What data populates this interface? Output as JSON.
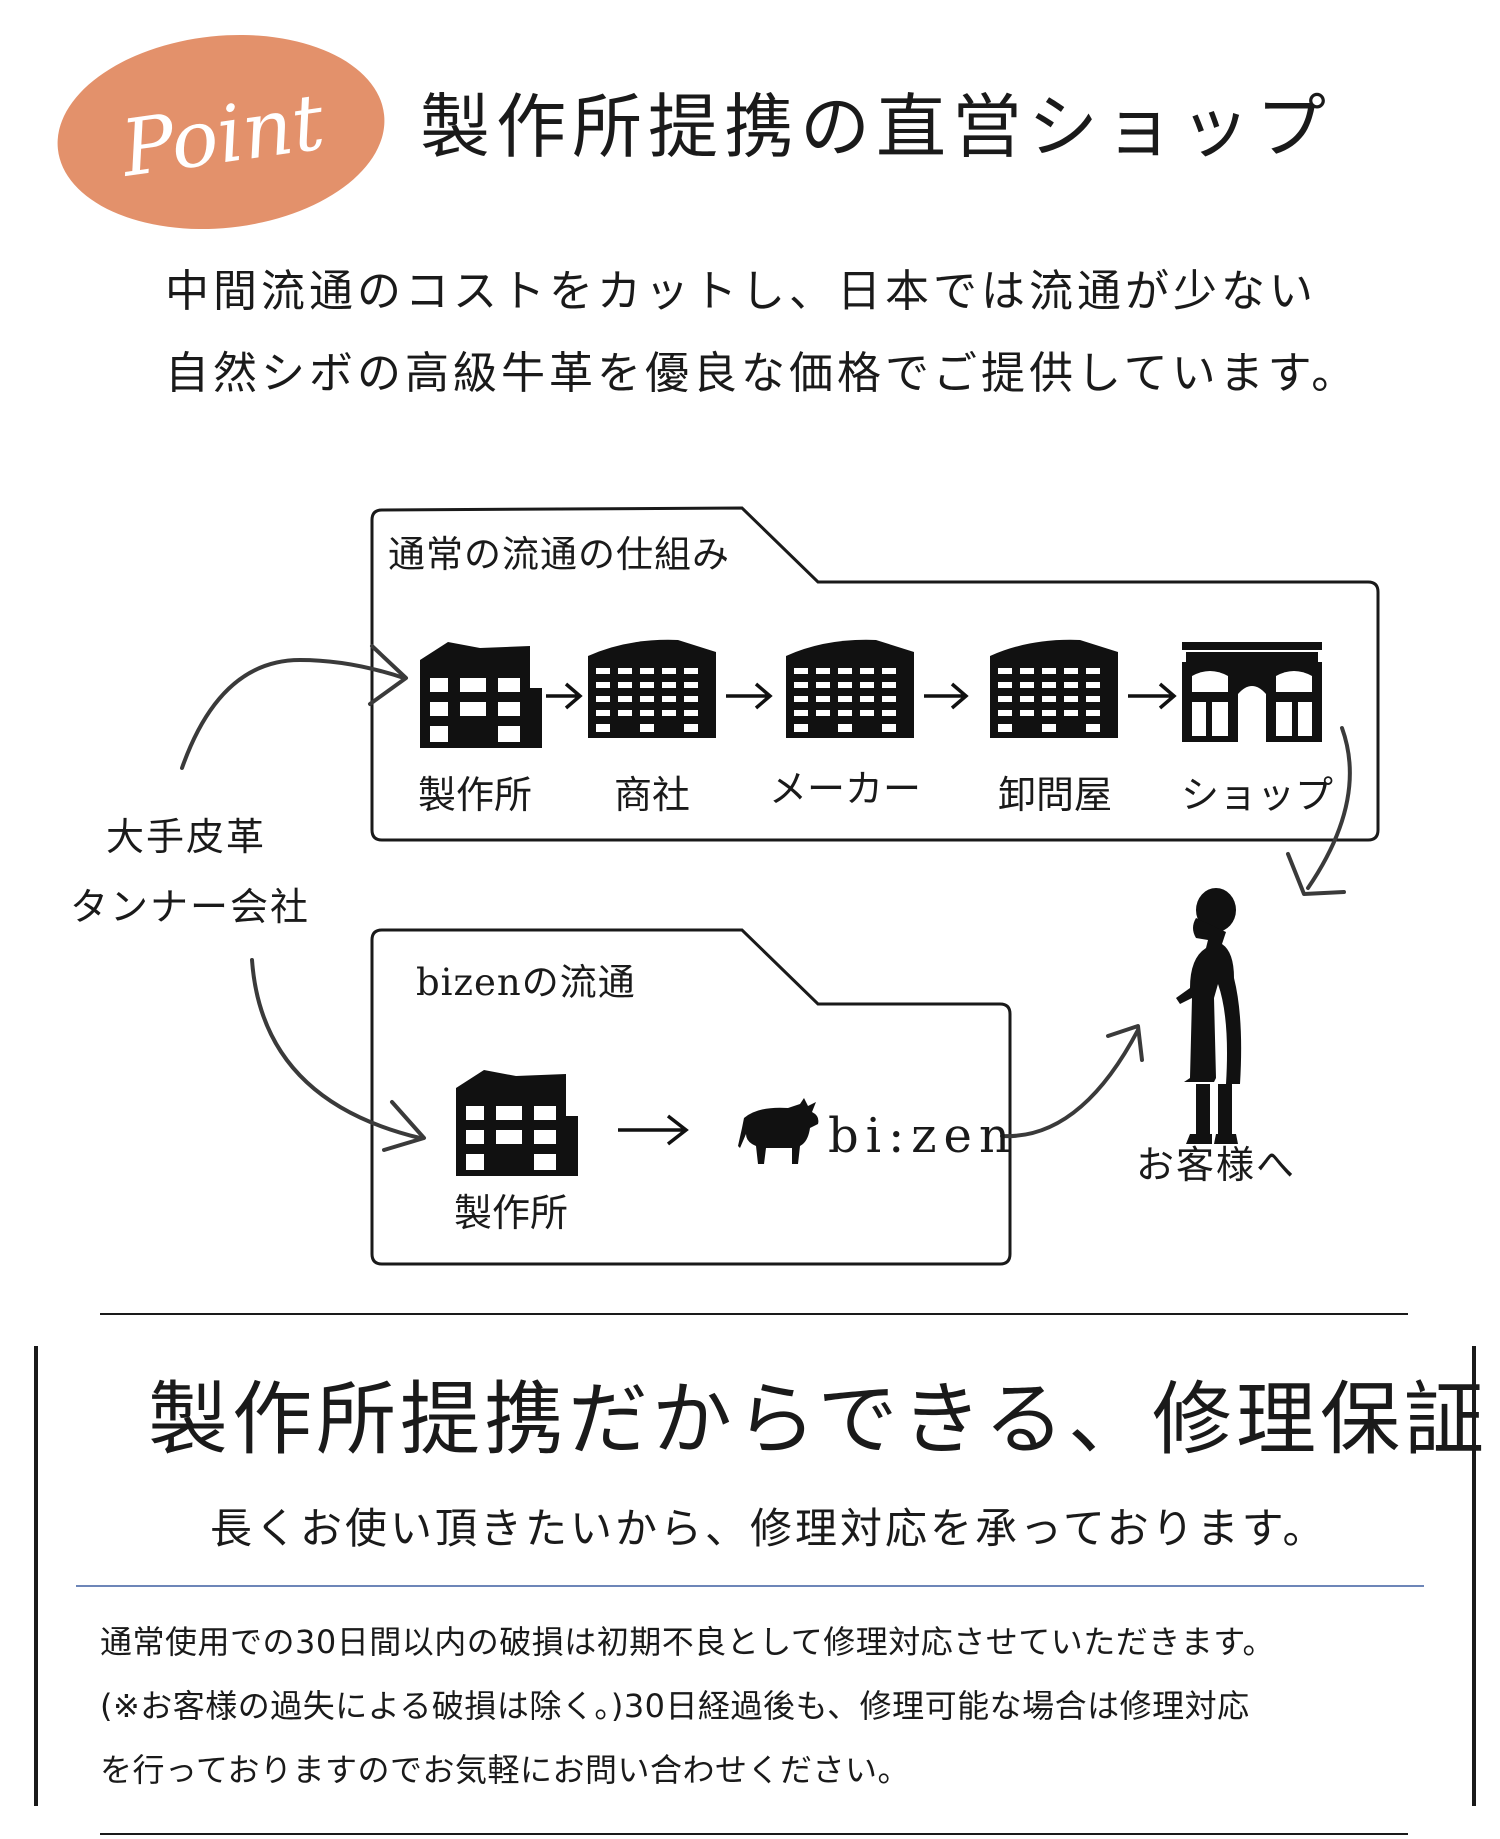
{
  "colors": {
    "badge": "#e3916b",
    "rule_blue": "#6d86b8",
    "ink": "#1a1a1a"
  },
  "header": {
    "badge_text": "Point",
    "title": "製作所提携の直営ショップ"
  },
  "lead": {
    "line1": "中間流通のコストをカットし、日本では流通が少ない",
    "line2": "自然シボの高級牛革を優良な価格でご提供しています。"
  },
  "diagram": {
    "source_label_line1": "大手皮革",
    "source_label_line2": "タンナー会社",
    "normal_flow": {
      "title": "通常の流通の仕組み",
      "nodes": [
        {
          "label": "製作所",
          "icon": "factory-building-icon"
        },
        {
          "label": "商社",
          "icon": "office-building-icon"
        },
        {
          "label": "メーカー",
          "icon": "office-building-icon"
        },
        {
          "label": "卸問屋",
          "icon": "office-building-icon"
        },
        {
          "label": "ショップ",
          "icon": "storefront-icon"
        }
      ]
    },
    "bizen_flow": {
      "title": "bizenの流通",
      "nodes": [
        {
          "label": "製作所",
          "icon": "factory-building-icon"
        }
      ],
      "brand_text": "bi:zen",
      "brand_icon": "bull-icon"
    },
    "customer_label": "お客様へ",
    "customer_icon": "person-silhouette-icon"
  },
  "repair": {
    "title": "製作所提携だからできる、修理保証",
    "subtitle": "長くお使い頂きたいから、修理対応を承っております。",
    "body_line1": "通常使用での30日間以内の破損は初期不良として修理対応させていただきます。",
    "body_line2": "(※お客様の過失による破損は除く。)30日経過後も、修理可能な場合は修理対応",
    "body_line3": "を行っておりますのでお気軽にお問い合わせください。"
  }
}
